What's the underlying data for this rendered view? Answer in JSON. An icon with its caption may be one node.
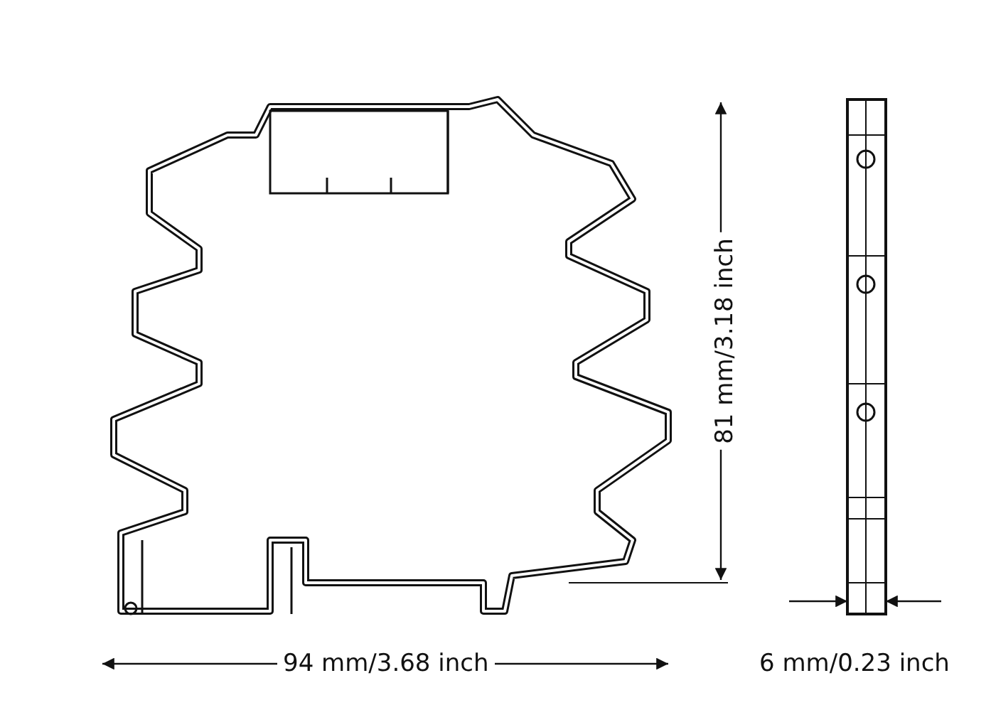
{
  "diagram": {
    "labels": [
      "81 mm/3.18 inch",
      "94 mm/3.68 inch",
      "6 mm/0.23 inch"
    ]
  }
}
